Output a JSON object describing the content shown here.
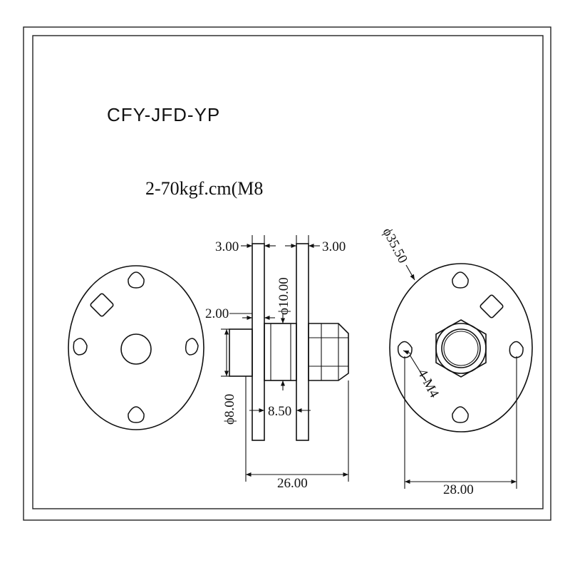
{
  "model": "CFY-JFD-YP",
  "spec": "2-70kgf.cm(M8",
  "dims": {
    "plate_left": "3.00",
    "plate_right": "3.00",
    "bore_dia": "ϕ10.00",
    "step": "2.00",
    "shaft_dia": "ϕ8.00",
    "hub_width": "8.50",
    "overall_length": "26.00",
    "flange_dia": "ϕ35.50",
    "holes": "4-M4",
    "hole_spacing": "28.00"
  }
}
